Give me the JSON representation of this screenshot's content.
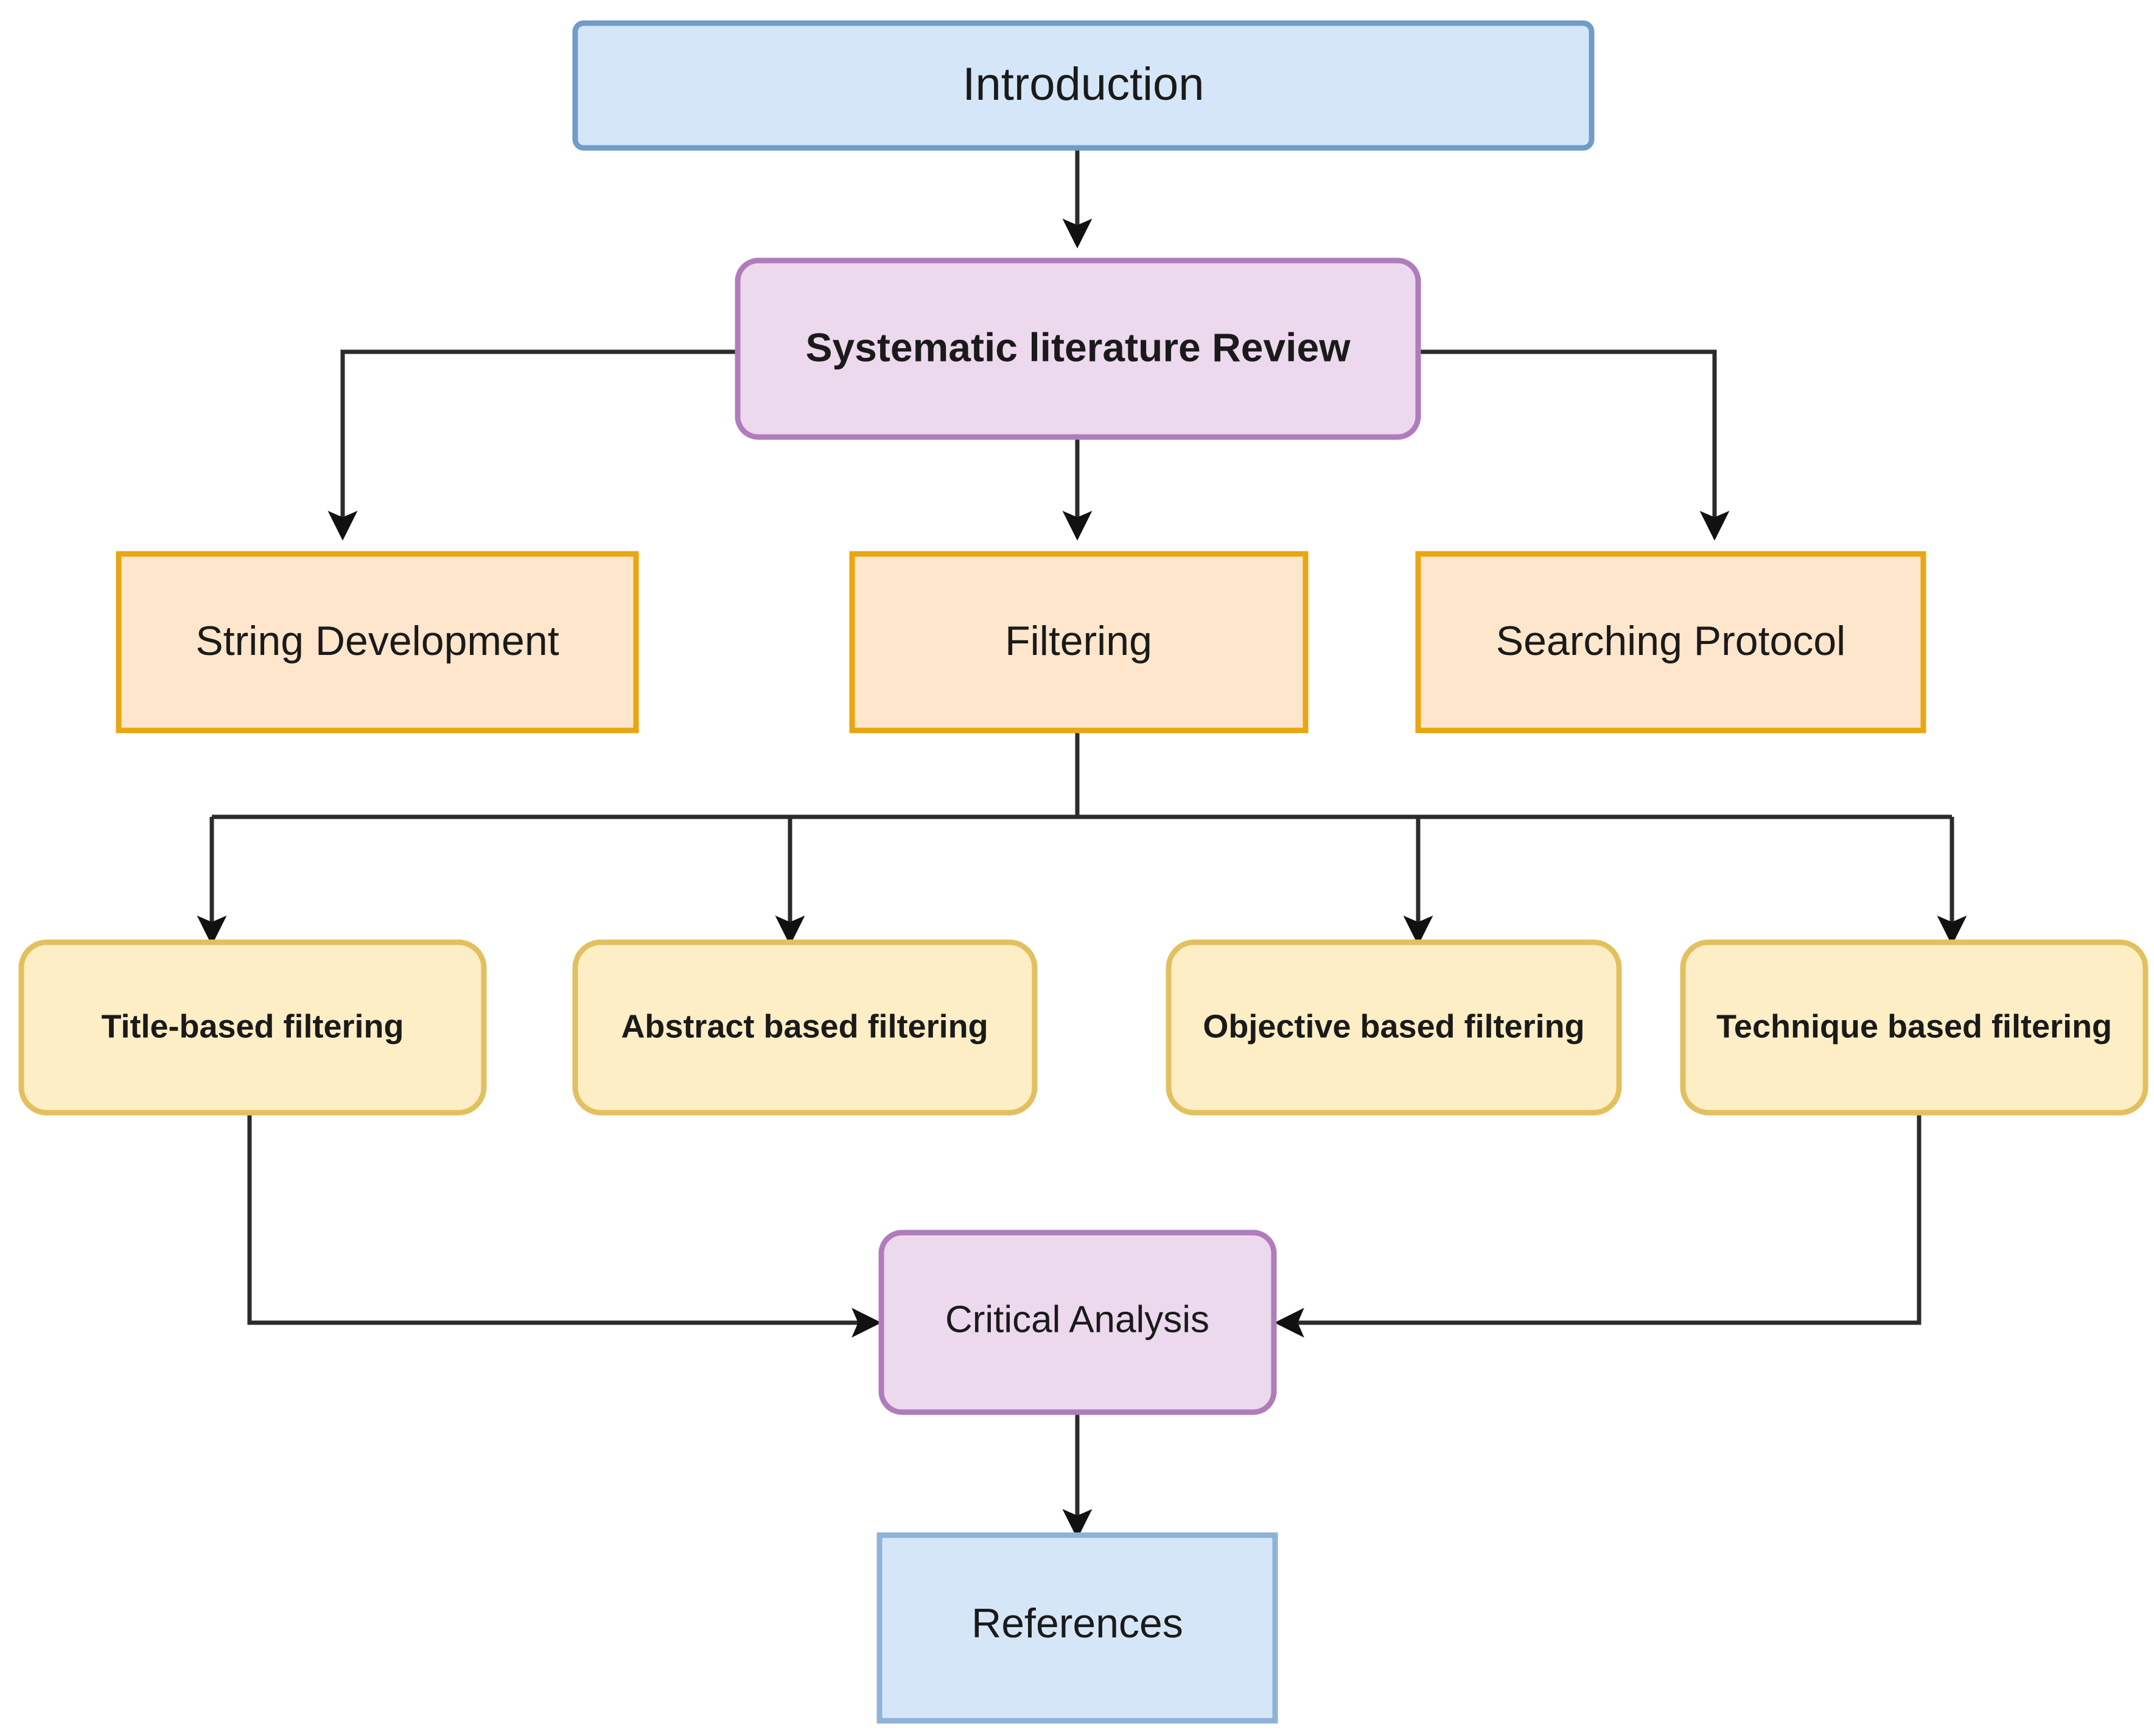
{
  "diagram": {
    "type": "flowchart",
    "title": "Systematic Literature Review Methodology Flowchart",
    "orientation": "top-down",
    "background_color": "#ffffff",
    "edge_color": "#2b2b2b",
    "palette": {
      "blue_fill": "#d6e6f9",
      "blue_stroke": "#6f9cc9",
      "purple_fill": "#ecd9ee",
      "purple_stroke": "#b07cbb",
      "orange_fill": "#fde6cb",
      "orange_stroke": "#e9a612",
      "yellow_fill": "#fdeec5",
      "yellow_stroke": "#e3c05f"
    },
    "nodes": [
      {
        "id": "introduction",
        "label": "Introduction",
        "shape": "rounded-rectangle",
        "style": "blue",
        "level": 0
      },
      {
        "id": "systematic-literature-review",
        "label": "Systematic literature Review",
        "shape": "rounded-rectangle",
        "style": "purple",
        "bold": true,
        "level": 1
      },
      {
        "id": "string-development",
        "label": "String  Development",
        "shape": "rectangle",
        "style": "orange",
        "level": 2
      },
      {
        "id": "filtering",
        "label": "Filtering",
        "shape": "rectangle",
        "style": "orange",
        "level": 2
      },
      {
        "id": "searching-protocol",
        "label": "Searching Protocol",
        "shape": "rectangle",
        "style": "orange",
        "level": 2
      },
      {
        "id": "title-based-filtering",
        "label": "Title-based filtering",
        "shape": "rounded-rectangle",
        "style": "yellow",
        "bold": true,
        "level": 3
      },
      {
        "id": "abstract-based-filtering",
        "label": "Abstract based filtering",
        "shape": "rounded-rectangle",
        "style": "yellow",
        "bold": true,
        "level": 3
      },
      {
        "id": "objective-based-filtering",
        "label": "Objective based filtering",
        "shape": "rounded-rectangle",
        "style": "yellow",
        "bold": true,
        "level": 3
      },
      {
        "id": "technique-based-filtering",
        "label": "Technique based filtering",
        "shape": "rounded-rectangle",
        "style": "yellow",
        "bold": true,
        "level": 3
      },
      {
        "id": "critical-analysis",
        "label": "Critical Analysis",
        "shape": "rounded-rectangle",
        "style": "purple",
        "level": 4
      },
      {
        "id": "references",
        "label": "References",
        "shape": "rectangle",
        "style": "blue",
        "level": 5
      }
    ],
    "edges": [
      {
        "from": "introduction",
        "to": "systematic-literature-review",
        "arrow": "down"
      },
      {
        "from": "systematic-literature-review",
        "to": "string-development",
        "arrow": "down"
      },
      {
        "from": "systematic-literature-review",
        "to": "filtering",
        "arrow": "down"
      },
      {
        "from": "systematic-literature-review",
        "to": "searching-protocol",
        "arrow": "down"
      },
      {
        "from": "filtering",
        "to": "title-based-filtering",
        "arrow": "down"
      },
      {
        "from": "filtering",
        "to": "abstract-based-filtering",
        "arrow": "down"
      },
      {
        "from": "filtering",
        "to": "objective-based-filtering",
        "arrow": "down"
      },
      {
        "from": "filtering",
        "to": "technique-based-filtering",
        "arrow": "down"
      },
      {
        "from": "title-based-filtering",
        "to": "critical-analysis",
        "arrow": "right"
      },
      {
        "from": "technique-based-filtering",
        "to": "critical-analysis",
        "arrow": "left"
      },
      {
        "from": "critical-analysis",
        "to": "references",
        "arrow": "down"
      }
    ]
  }
}
